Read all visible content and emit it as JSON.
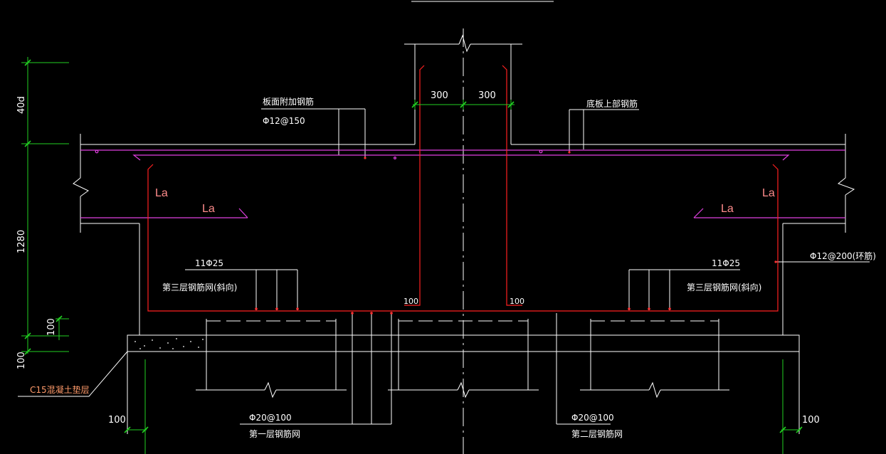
{
  "labels": {
    "top_plate_rebar_title": "板面附加钢筋",
    "top_plate_rebar_spec": "Φ12@150",
    "bottom_plate_top_rebar": "底板上部钢筋",
    "column_left_width": "300",
    "column_right_width": "300",
    "anchor_left_upper": "La",
    "anchor_left_lower": "La",
    "anchor_right_upper": "La",
    "anchor_right_lower": "La",
    "left_bar_count": "11Φ25",
    "right_bar_count": "11Φ25",
    "left_third_layer": "第三层钢筋网(斜向)",
    "right_third_layer": "第三层钢筋网(斜向)",
    "stirrup_spec": "Φ12@200(环筋)",
    "hook_left": "100",
    "hook_right": "100",
    "cushion_layer": "C15混凝土垫层",
    "first_layer_spec": "Φ20@100",
    "first_layer_name": "第一层钢筋网",
    "second_layer_spec": "Φ20@100",
    "second_layer_name": "第二层钢筋网"
  },
  "dimensions": {
    "left_40d": "40d",
    "left_1280": "1280",
    "left_100_a": "100",
    "left_100_b": "100",
    "bottom_left_100": "100",
    "bottom_right_100": "100"
  },
  "colors": {
    "background": "#000000",
    "outline": "#ffffff",
    "rebar_red": "#ff2020",
    "rebar_magenta": "#e040e0",
    "dimension_green": "#22d022",
    "label_text": "#ffffff",
    "la_text": "#ff8c8c",
    "note_text": "#ff9a6a"
  }
}
